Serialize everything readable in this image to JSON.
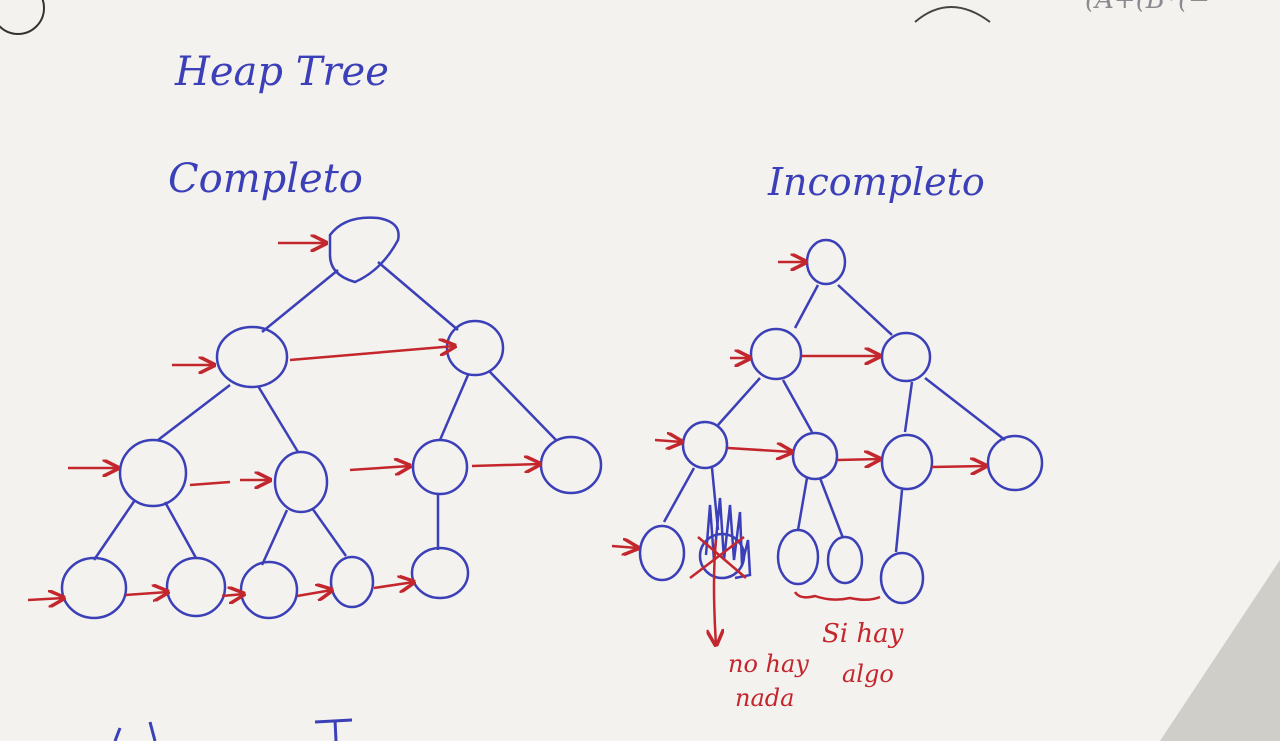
{
  "title": "Heap Tree",
  "complete_tree": {
    "label": "Completo",
    "nodes": [
      {
        "id": "c1",
        "level": 0
      },
      {
        "id": "c2",
        "level": 1
      },
      {
        "id": "c3",
        "level": 1
      },
      {
        "id": "c4",
        "level": 2
      },
      {
        "id": "c5",
        "level": 2
      },
      {
        "id": "c6",
        "level": 2
      },
      {
        "id": "c7",
        "level": 2
      },
      {
        "id": "c8",
        "level": 3
      },
      {
        "id": "c9",
        "level": 3
      },
      {
        "id": "c10",
        "level": 3
      },
      {
        "id": "c11",
        "level": 3
      },
      {
        "id": "c12",
        "level": 3
      }
    ]
  },
  "incomplete_tree": {
    "label": "Incompleto",
    "nodes": [
      {
        "id": "i1",
        "level": 0
      },
      {
        "id": "i2",
        "level": 1
      },
      {
        "id": "i3",
        "level": 1
      },
      {
        "id": "i4",
        "level": 2
      },
      {
        "id": "i5",
        "level": 2
      },
      {
        "id": "i6",
        "level": 2
      },
      {
        "id": "i7",
        "level": 2
      },
      {
        "id": "i8",
        "level": 3
      },
      {
        "id": "i9",
        "level": 3,
        "crossed_out": true
      },
      {
        "id": "i10",
        "level": 3
      },
      {
        "id": "i11",
        "level": 3
      },
      {
        "id": "i12",
        "level": 3
      }
    ],
    "annotations": {
      "missing_node_line1": "no hay",
      "missing_node_line2": "nada",
      "present_node_line1": "Si hay",
      "present_node_line2": "algo"
    }
  },
  "colors": {
    "paper": "#f3f2ee",
    "ink_blue": "#3b3fb8",
    "ink_red": "#c4262d"
  },
  "corner_fragment": "(A+(B*(−"
}
